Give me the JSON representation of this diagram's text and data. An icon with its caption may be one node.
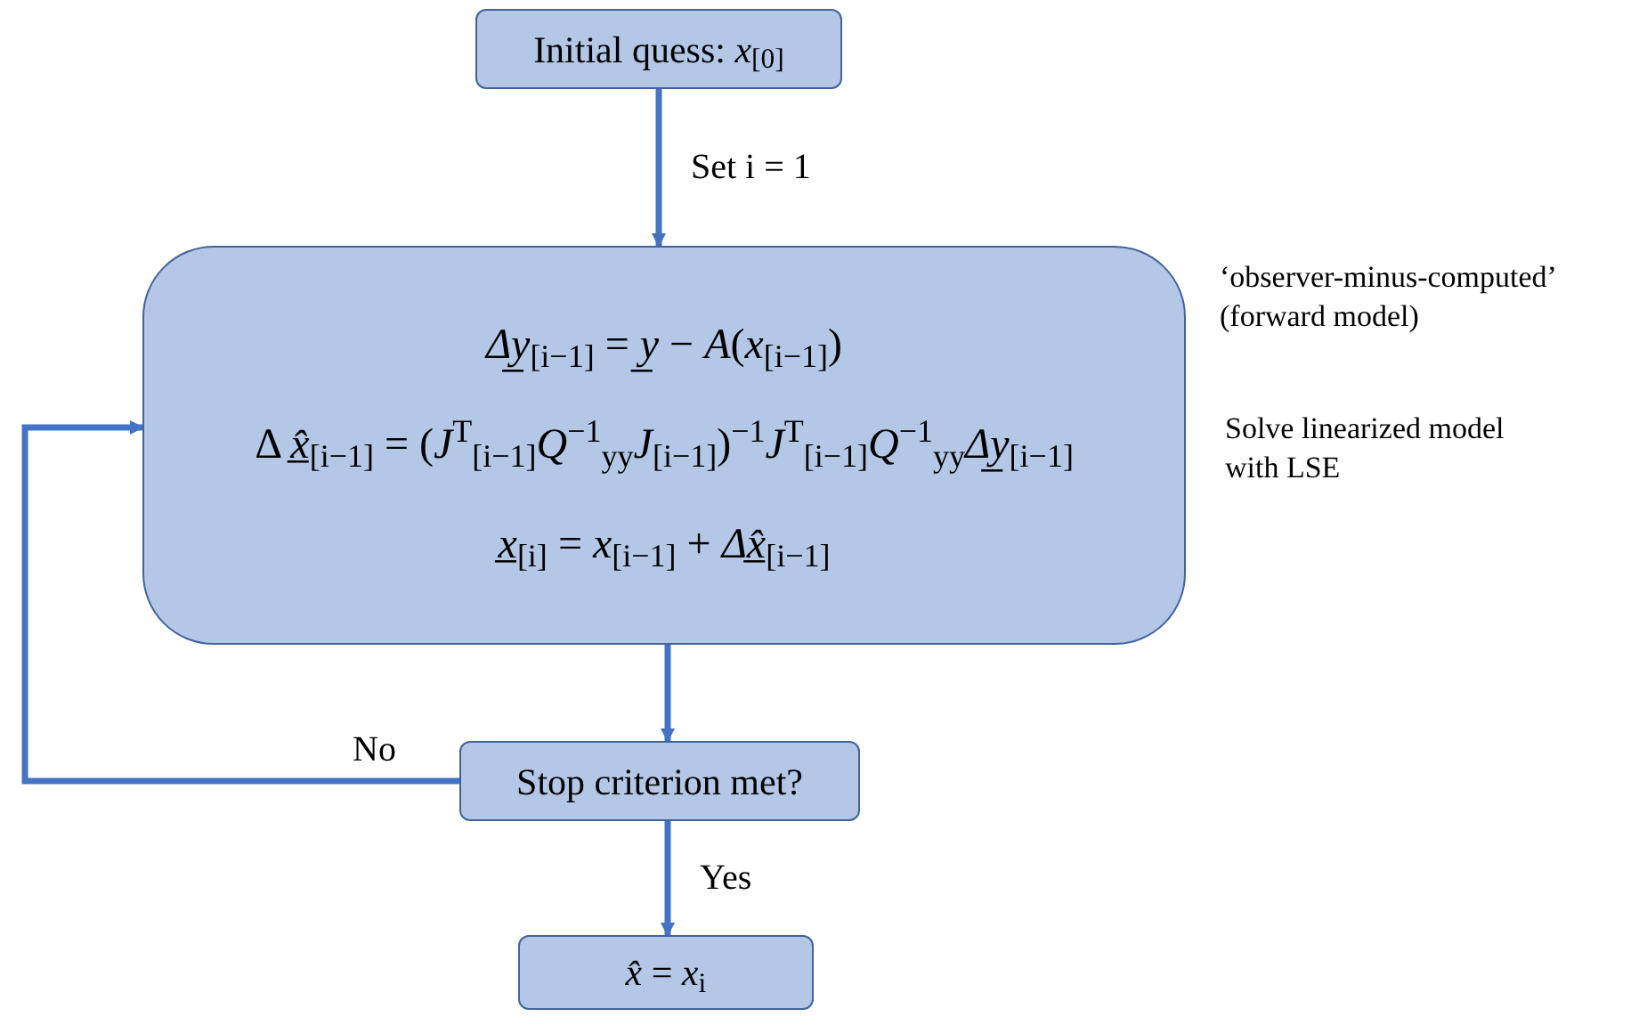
{
  "diagram": {
    "nodes": [
      {
        "text": [
          "Initial quess: *x*$_{[0]}$"
        ]
      },
      {
        "text": [
          "*Δy̲*$_{[i−1]}$ = *y̲* − *A*(*x*$_{[i−1]}$)",
          "Δ *x̲̂*$_{[i−1]}$ = (*J*$^{T}$$_{[i−1]}$*Q*$^{−1}$$_{yy}$*J*$_{[i−1]}$)$^{−1}$*J*$^{T}$$_{[i−1]}$*Q*$^{−1}$$_{yy}$*Δy̲*$_{[i−1]}$",
          "*x̲*$_{[i]}$ = *x*$_{[i−1]}$ + *Δx̲̂*$_{[i−1]}$"
        ],
        "beside": [
          "‘observer-minus-computed’ (forward model)",
          "Solve linearized model with LSE"
        ]
      },
      {
        "text": [
          "Stop criterion met?"
        ]
      },
      {
        "text": [
          "*x̂* = *x*$_{i}$"
        ]
      }
    ],
    "edges": [
      {
        "from": 0,
        "to": 1,
        "arrow": "to",
        "label": "Set i = 1"
      },
      {
        "from": 1,
        "to": 2,
        "arrow": "to"
      },
      {
        "from": 2,
        "to": 1,
        "arrow": "to",
        "label": "No"
      },
      {
        "from": 2,
        "to": 3,
        "arrow": "to",
        "label": "Yes"
      }
    ]
  }
}
